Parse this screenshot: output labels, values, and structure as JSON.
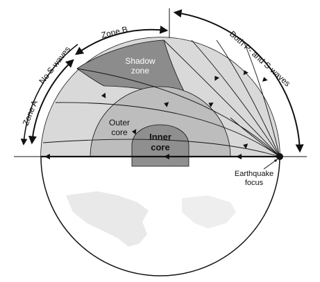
{
  "colors": {
    "background": "#ffffff",
    "mantle": "#d9d9d9",
    "outer_core": "#bdbdbd",
    "inner_core": "#8f8f8f",
    "shadow_zone": "#8c8c8c",
    "continent": "#e9e9e9",
    "line": "#111111"
  },
  "labels": {
    "zone_a": "Zone A",
    "no_s_waves": "No S-waves",
    "zone_b": "Zone B",
    "both_waves": "Both P- and S-waves",
    "shadow_zone_line1": "Shadow",
    "shadow_zone_line2": "zone",
    "outer_core_line1": "Outer",
    "outer_core_line2": "core",
    "inner_core_line1": "Inner",
    "inner_core_line2": "core",
    "focus_line1": "Earthquake",
    "focus_line2": "focus"
  }
}
